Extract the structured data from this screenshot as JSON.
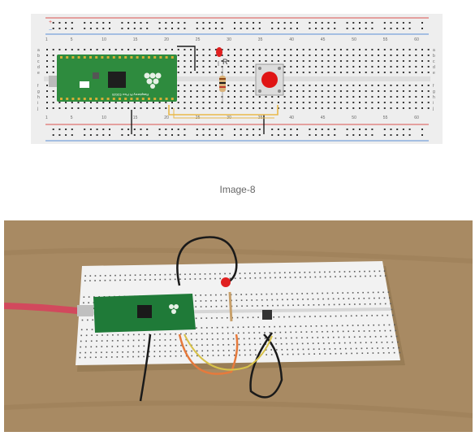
{
  "figure_top": {
    "board": {
      "label_text": "Raspberry Pi Pico ©2020",
      "colors": {
        "pcb": "#2e8b3e",
        "pcb_dark": "#246f31",
        "chip": "#1e1e1e",
        "logo": "#e6f0e6"
      }
    },
    "breadboard": {
      "column_numbers": [
        "1",
        "5",
        "10",
        "15",
        "20",
        "25",
        "30",
        "35",
        "40",
        "45",
        "50",
        "55",
        "60"
      ],
      "row_letters_top": [
        "a",
        "b",
        "c",
        "d",
        "e"
      ],
      "row_letters_bottom": [
        "f",
        "g",
        "h",
        "i",
        "j"
      ],
      "rail_symbols": [
        "+",
        "−"
      ],
      "colors": {
        "body": "#eeeeee",
        "hole": "#333333",
        "rail_red": "#d9534f",
        "rail_blue": "#5b8fd6"
      }
    },
    "resistor_label": "R",
    "led": {
      "color": "#e02020"
    },
    "button": {
      "color": "#e01414"
    },
    "wire_colors": {
      "black": "#1a1a1a",
      "yellow": "#e8b84a"
    }
  },
  "caption": "Image-8",
  "figure_bottom": {
    "colors": {
      "table": "#a88a63",
      "table_dark": "#8f744f",
      "board": "#f2f2f2",
      "cable": "#d2495d",
      "wire_black": "#1a1a1a",
      "wire_orange": "#e67a3c",
      "wire_yellow": "#d8c24a",
      "pcb": "#1f7a38"
    }
  }
}
